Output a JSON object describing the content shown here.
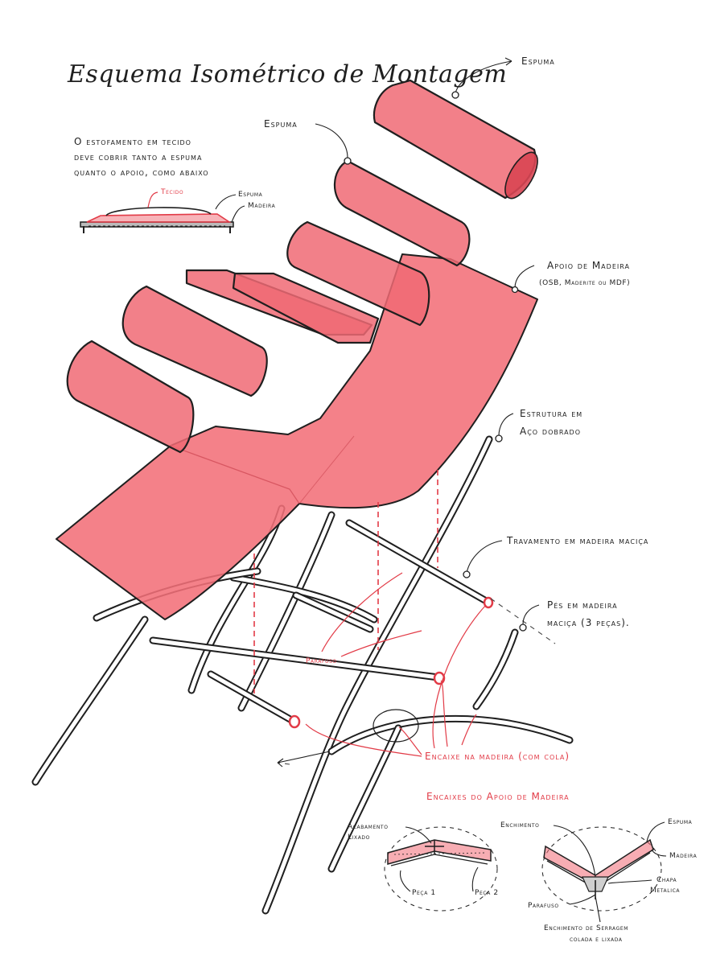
{
  "title": "Esquema Isométrico de Montagem",
  "note": {
    "lines": [
      "O estofamento em tecido",
      "deve cobrir tanto a espuma",
      "quanto o apoio, como abaixo"
    ],
    "tecido": "Tecido",
    "espuma": "Espuma",
    "madeira": "Madeira"
  },
  "labels": {
    "espuma_top": "Espuma",
    "espuma_mid": "Espuma",
    "apoio": "Apoio de Madeira",
    "apoio_sub": "(OSB, Maderite ou MDF)",
    "estrutura_1": "Estrutura em",
    "estrutura_2": "Aço dobrado",
    "travamento": "Travamento em madeira maciça",
    "pes_1": "Pés em madeira",
    "pes_2": "maciça (3 peças).",
    "parafuso": "Parafuso",
    "encaixe": "Encaixe na madeira (com cola)"
  },
  "detail": {
    "title": "Encaixes do Apoio de Madeira",
    "acabamento_1": "Acabamento",
    "acabamento_2": "Lixado",
    "peca1": "Peça 1",
    "peca2": "Peça 2",
    "enchimento": "Enchimento",
    "espuma": "Espuma",
    "madeira": "Madeira",
    "chapa_1": "Chapa",
    "chapa_2": "Metalica",
    "parafuso": "Parafuso",
    "serragem_1": "Enchimento de Serragem",
    "serragem_2": "colada e lixada"
  },
  "colors": {
    "ink": "#1f1f1f",
    "accent": "#e23b47",
    "fill": "#f06a74"
  }
}
